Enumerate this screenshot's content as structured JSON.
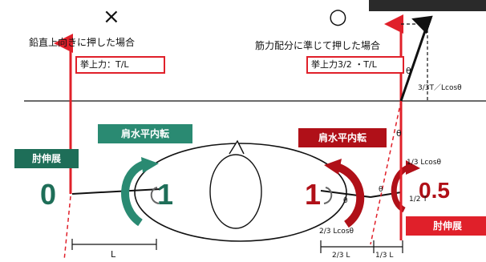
{
  "left": {
    "mark": "×",
    "caption": "鉛直上向きに押した場合",
    "force_box": "挙上力：T/L",
    "number": "0",
    "elbow_tag": "肘伸展",
    "rotation_tag": "肩水平内転",
    "rotation_number": "1"
  },
  "right": {
    "mark": "○",
    "caption": "筋力配分に準じて押した場合",
    "force_box": "挙上力3/2 ・T/L",
    "vector_label": "3/3T／Lcosθ",
    "theta_upper": "θ",
    "theta_mid": "θ",
    "leg_label": "1/3 Lcosθ",
    "rotation_tag": "肩水平内転",
    "rotation_number": "1",
    "elbow_tag": "肘伸展",
    "elbow_number": "0.5",
    "half_t": "1/2 T",
    "theta_joint_a": "θ",
    "theta_joint_b": "θ",
    "lower_label": "2/3 Lcosθ"
  },
  "dimensions": {
    "left_L": "L",
    "two_thirds_L": "2/3 L",
    "one_third_L": "1/3 L"
  },
  "colors": {
    "red": "#e0202a",
    "dark_red": "#b01018",
    "green": "#1e6e58",
    "teal": "#2a8a72",
    "black": "#111111"
  }
}
